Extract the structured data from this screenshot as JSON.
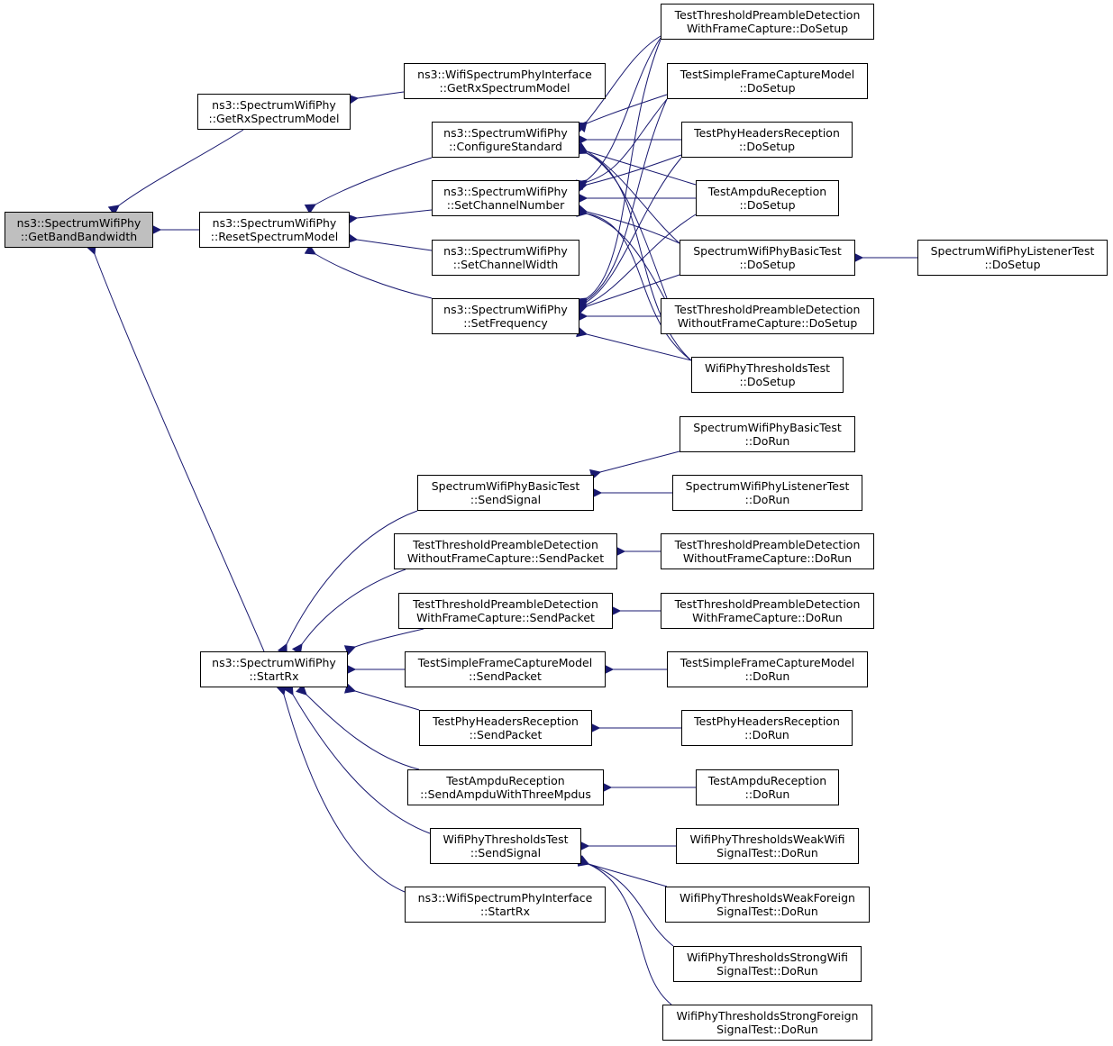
{
  "edge_color": "#191970",
  "root_fill": "#bfbfbf",
  "nodes": {
    "getbandwidth": [
      "ns3::SpectrumWifiPhy",
      "::GetBandBandwidth"
    ],
    "getrxspec": [
      "ns3::SpectrumWifiPhy",
      "::GetRxSpectrumModel"
    ],
    "iface_getrx": [
      "ns3::WifiSpectrumPhyInterface",
      "::GetRxSpectrumModel"
    ],
    "resetspec": [
      "ns3::SpectrumWifiPhy",
      "::ResetSpectrumModel"
    ],
    "configstd": [
      "ns3::SpectrumWifiPhy",
      "::ConfigureStandard"
    ],
    "setchnum": [
      "ns3::SpectrumWifiPhy",
      "::SetChannelNumber"
    ],
    "setchwidth": [
      "ns3::SpectrumWifiPhy",
      "::SetChannelWidth"
    ],
    "setfreq": [
      "ns3::SpectrumWifiPhy",
      "::SetFrequency"
    ],
    "tpdwfc_setup": [
      "TestThresholdPreambleDetection",
      "WithFrameCapture::DoSetup"
    ],
    "tsfcm_setup": [
      "TestSimpleFrameCaptureModel",
      "::DoSetup"
    ],
    "tphr_setup": [
      "TestPhyHeadersReception",
      "::DoSetup"
    ],
    "tar_setup": [
      "TestAmpduReception",
      "::DoSetup"
    ],
    "swpbt_setup": [
      "SpectrumWifiPhyBasicTest",
      "::DoSetup"
    ],
    "swplt_setup": [
      "SpectrumWifiPhyListenerTest",
      "::DoSetup"
    ],
    "tpdwofc_setup": [
      "TestThresholdPreambleDetection",
      "WithoutFrameCapture::DoSetup"
    ],
    "wptt_setup": [
      "WifiPhyThresholdsTest",
      "::DoSetup"
    ],
    "swpbt_run": [
      "SpectrumWifiPhyBasicTest",
      "::DoRun"
    ],
    "swpbt_send": [
      "SpectrumWifiPhyBasicTest",
      "::SendSignal"
    ],
    "swplt_run": [
      "SpectrumWifiPhyListenerTest",
      "::DoRun"
    ],
    "tpdwofc_send": [
      "TestThresholdPreambleDetection",
      "WithoutFrameCapture::SendPacket"
    ],
    "tpdwofc_run": [
      "TestThresholdPreambleDetection",
      "WithoutFrameCapture::DoRun"
    ],
    "tpdwfc_send": [
      "TestThresholdPreambleDetection",
      "WithFrameCapture::SendPacket"
    ],
    "tpdwfc_run": [
      "TestThresholdPreambleDetection",
      "WithFrameCapture::DoRun"
    ],
    "startrx": [
      "ns3::SpectrumWifiPhy",
      "::StartRx"
    ],
    "tsfcm_send": [
      "TestSimpleFrameCaptureModel",
      "::SendPacket"
    ],
    "tsfcm_run": [
      "TestSimpleFrameCaptureModel",
      "::DoRun"
    ],
    "tphr_send": [
      "TestPhyHeadersReception",
      "::SendPacket"
    ],
    "tphr_run": [
      "TestPhyHeadersReception",
      "::DoRun"
    ],
    "tar_send": [
      "TestAmpduReception",
      "::SendAmpduWithThreeMpdus"
    ],
    "tar_run": [
      "TestAmpduReception",
      "::DoRun"
    ],
    "wptt_send": [
      "WifiPhyThresholdsTest",
      "::SendSignal"
    ],
    "wptwwst_run": [
      "WifiPhyThresholdsWeakWifi",
      "SignalTest::DoRun"
    ],
    "wptwfst_run": [
      "WifiPhyThresholdsWeakForeign",
      "SignalTest::DoRun"
    ],
    "wptswst_run": [
      "WifiPhyThresholdsStrongWifi",
      "SignalTest::DoRun"
    ],
    "wptsfst_run": [
      "WifiPhyThresholdsStrongForeign",
      "SignalTest::DoRun"
    ],
    "iface_startrx": [
      "ns3::WifiSpectrumPhyInterface",
      "::StartRx"
    ]
  }
}
